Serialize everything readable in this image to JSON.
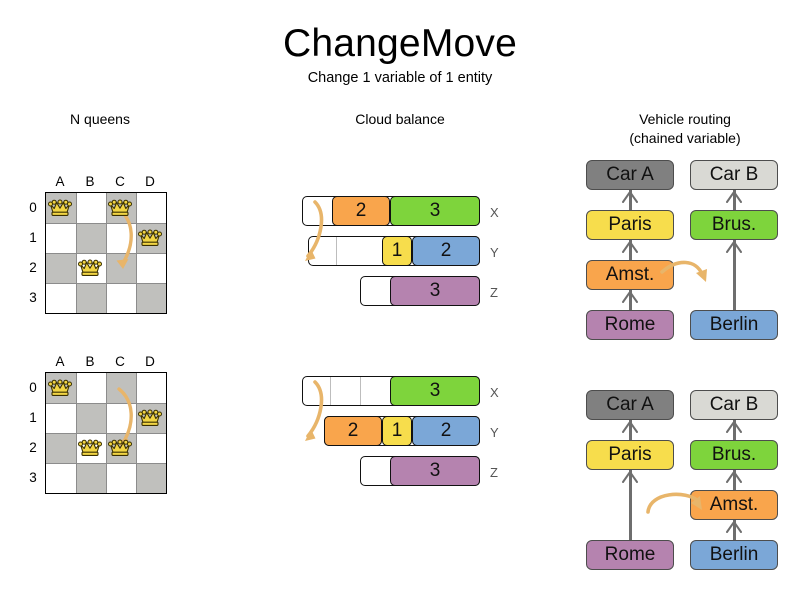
{
  "header": {
    "title": "ChangeMove",
    "subtitle": "Change 1 variable of 1 entity"
  },
  "sections": {
    "nqueens": {
      "heading": "N queens"
    },
    "cloud": {
      "heading": "Cloud balance"
    },
    "vrp": {
      "heading_line1": "Vehicle routing",
      "heading_line2": "(chained variable)"
    }
  },
  "colors": {
    "orange": "#f9a54c",
    "green": "#7ed43c",
    "yellow": "#f7dd4c",
    "blue": "#7ba7d7",
    "purple": "#b583af",
    "grey_dark": "#808080",
    "grey_light": "#d9d9d4",
    "board_dark": "#c0c0bd",
    "board_light": "#ffffff",
    "arrow": "#e8b56a",
    "queen": "#f2d544"
  },
  "nqueens": {
    "files": [
      "A",
      "B",
      "C",
      "D"
    ],
    "ranks": [
      "0",
      "1",
      "2",
      "3"
    ],
    "before": {
      "queens": [
        {
          "file": "A",
          "rank": "0"
        },
        {
          "file": "C",
          "rank": "0"
        },
        {
          "file": "D",
          "rank": "1"
        },
        {
          "file": "B",
          "rank": "2"
        }
      ],
      "move": {
        "from_file": "C",
        "from_rank": "0",
        "to_file": "C",
        "to_rank": "2"
      }
    },
    "after": {
      "queens": [
        {
          "file": "A",
          "rank": "0"
        },
        {
          "file": "D",
          "rank": "1"
        },
        {
          "file": "B",
          "rank": "2"
        },
        {
          "file": "C",
          "rank": "2"
        }
      ],
      "move": {
        "from_file": "C",
        "from_rank": "0",
        "to_file": "C",
        "to_rank": "2"
      }
    }
  },
  "cloud": {
    "before": {
      "rows": [
        {
          "label": "X",
          "segments": [
            {
              "value": "",
              "color": "#ffffff",
              "width": 30,
              "empty": true
            },
            {
              "value": "2",
              "color": "#f9a54c",
              "width": 58
            },
            {
              "value": "3",
              "color": "#7ed43c",
              "width": 90
            }
          ]
        },
        {
          "label": "Y",
          "segments": [
            {
              "value": "",
              "color": "#ffffff",
              "width": 28,
              "empty": true
            },
            {
              "value": "",
              "color": "#ffffff",
              "width": 46,
              "empty": true
            },
            {
              "value": "1",
              "color": "#f7dd4c",
              "width": 30
            },
            {
              "value": "2",
              "color": "#7ba7d7",
              "width": 68
            }
          ]
        },
        {
          "label": "Z",
          "segments": [
            {
              "value": "",
              "color": "#ffffff",
              "width": 30,
              "empty": true
            },
            {
              "value": "3",
              "color": "#b583af",
              "width": 90
            }
          ]
        }
      ]
    },
    "after": {
      "rows": [
        {
          "label": "X",
          "segments": [
            {
              "value": "",
              "color": "#ffffff",
              "width": 28,
              "empty": true
            },
            {
              "value": "",
              "color": "#ffffff",
              "width": 30,
              "empty": true
            },
            {
              "value": "",
              "color": "#ffffff",
              "width": 30,
              "empty": true
            },
            {
              "value": "3",
              "color": "#7ed43c",
              "width": 90
            }
          ]
        },
        {
          "label": "Y",
          "segments": [
            {
              "value": "2",
              "color": "#f9a54c",
              "width": 58
            },
            {
              "value": "1",
              "color": "#f7dd4c",
              "width": 30
            },
            {
              "value": "2",
              "color": "#7ba7d7",
              "width": 68
            }
          ]
        },
        {
          "label": "Z",
          "segments": [
            {
              "value": "",
              "color": "#ffffff",
              "width": 30,
              "empty": true
            },
            {
              "value": "3",
              "color": "#b583af",
              "width": 90
            }
          ]
        }
      ]
    }
  },
  "vrp": {
    "before": {
      "chains": [
        {
          "vehicle": "Car A",
          "vehicle_color": "#808080",
          "stops": [
            {
              "label": "Paris",
              "color": "#f7dd4c"
            },
            {
              "label": "Amst.",
              "color": "#f9a54c"
            },
            {
              "label": "Rome",
              "color": "#b583af"
            }
          ]
        },
        {
          "vehicle": "Car B",
          "vehicle_color": "#d9d9d4",
          "stops": [
            {
              "label": "Brus.",
              "color": "#7ed43c"
            },
            {
              "label": "Berlin",
              "color": "#7ba7d7"
            }
          ]
        }
      ],
      "moved_entity": "Amst."
    },
    "after": {
      "chains": [
        {
          "vehicle": "Car A",
          "vehicle_color": "#808080",
          "stops": [
            {
              "label": "Paris",
              "color": "#f7dd4c"
            },
            {
              "label": "Rome",
              "color": "#b583af"
            }
          ]
        },
        {
          "vehicle": "Car B",
          "vehicle_color": "#d9d9d4",
          "stops": [
            {
              "label": "Brus.",
              "color": "#7ed43c"
            },
            {
              "label": "Amst.",
              "color": "#f9a54c"
            },
            {
              "label": "Berlin",
              "color": "#7ba7d7"
            }
          ]
        }
      ],
      "moved_entity": "Amst."
    }
  }
}
